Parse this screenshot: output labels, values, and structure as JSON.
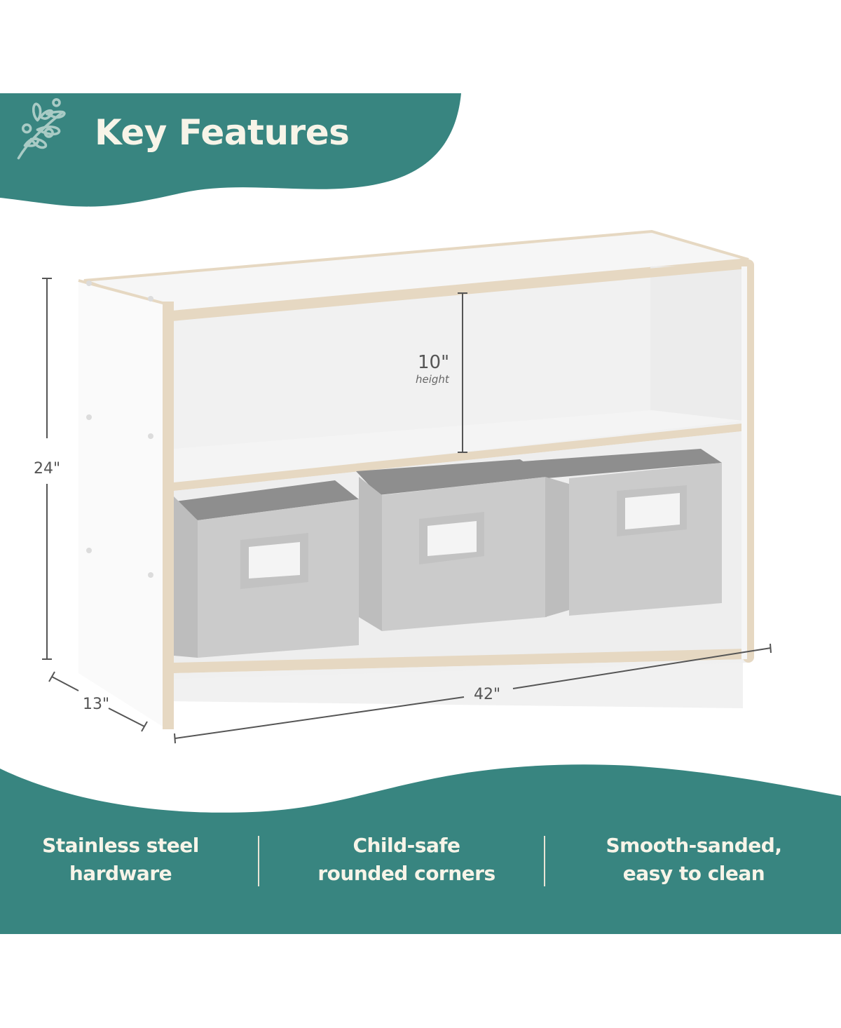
{
  "header": {
    "title": "Key Features",
    "icon": "sprig-icon",
    "banner_color": "#388580"
  },
  "product_image": {
    "description": "White 2-shelf storage cabinet with birch plywood edges and three grey fabric bins",
    "dimensions": {
      "height": "24\"",
      "depth": "13\"",
      "width": "42\"",
      "shelf_height": "10\"",
      "shelf_height_caption": "height"
    }
  },
  "features": [
    {
      "line1": "Stainless steel",
      "line2": "hardware"
    },
    {
      "line1": "Child-safe",
      "line2": "rounded corners"
    },
    {
      "line1": "Smooth-sanded,",
      "line2": "easy to clean"
    }
  ],
  "colors": {
    "teal": "#388580",
    "cream_text": "#f7f4e8",
    "wood_edge": "#e6d8c2",
    "bin_grey": "#c9c9c9"
  }
}
